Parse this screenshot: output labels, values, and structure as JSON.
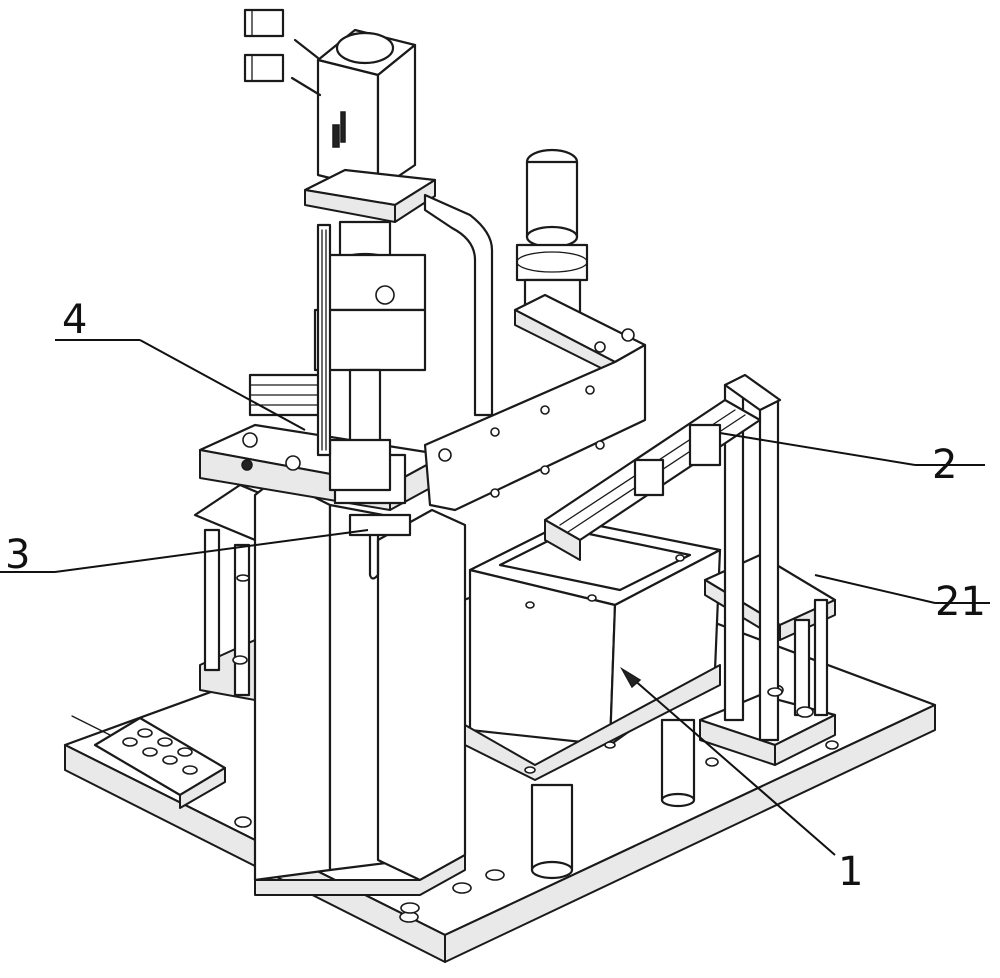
{
  "callouts": {
    "c1": "1",
    "c2": "2",
    "c21": "21",
    "c3": "3",
    "c4": "4"
  },
  "colors": {
    "line": "#1a1a1a",
    "background": "#ffffff"
  }
}
